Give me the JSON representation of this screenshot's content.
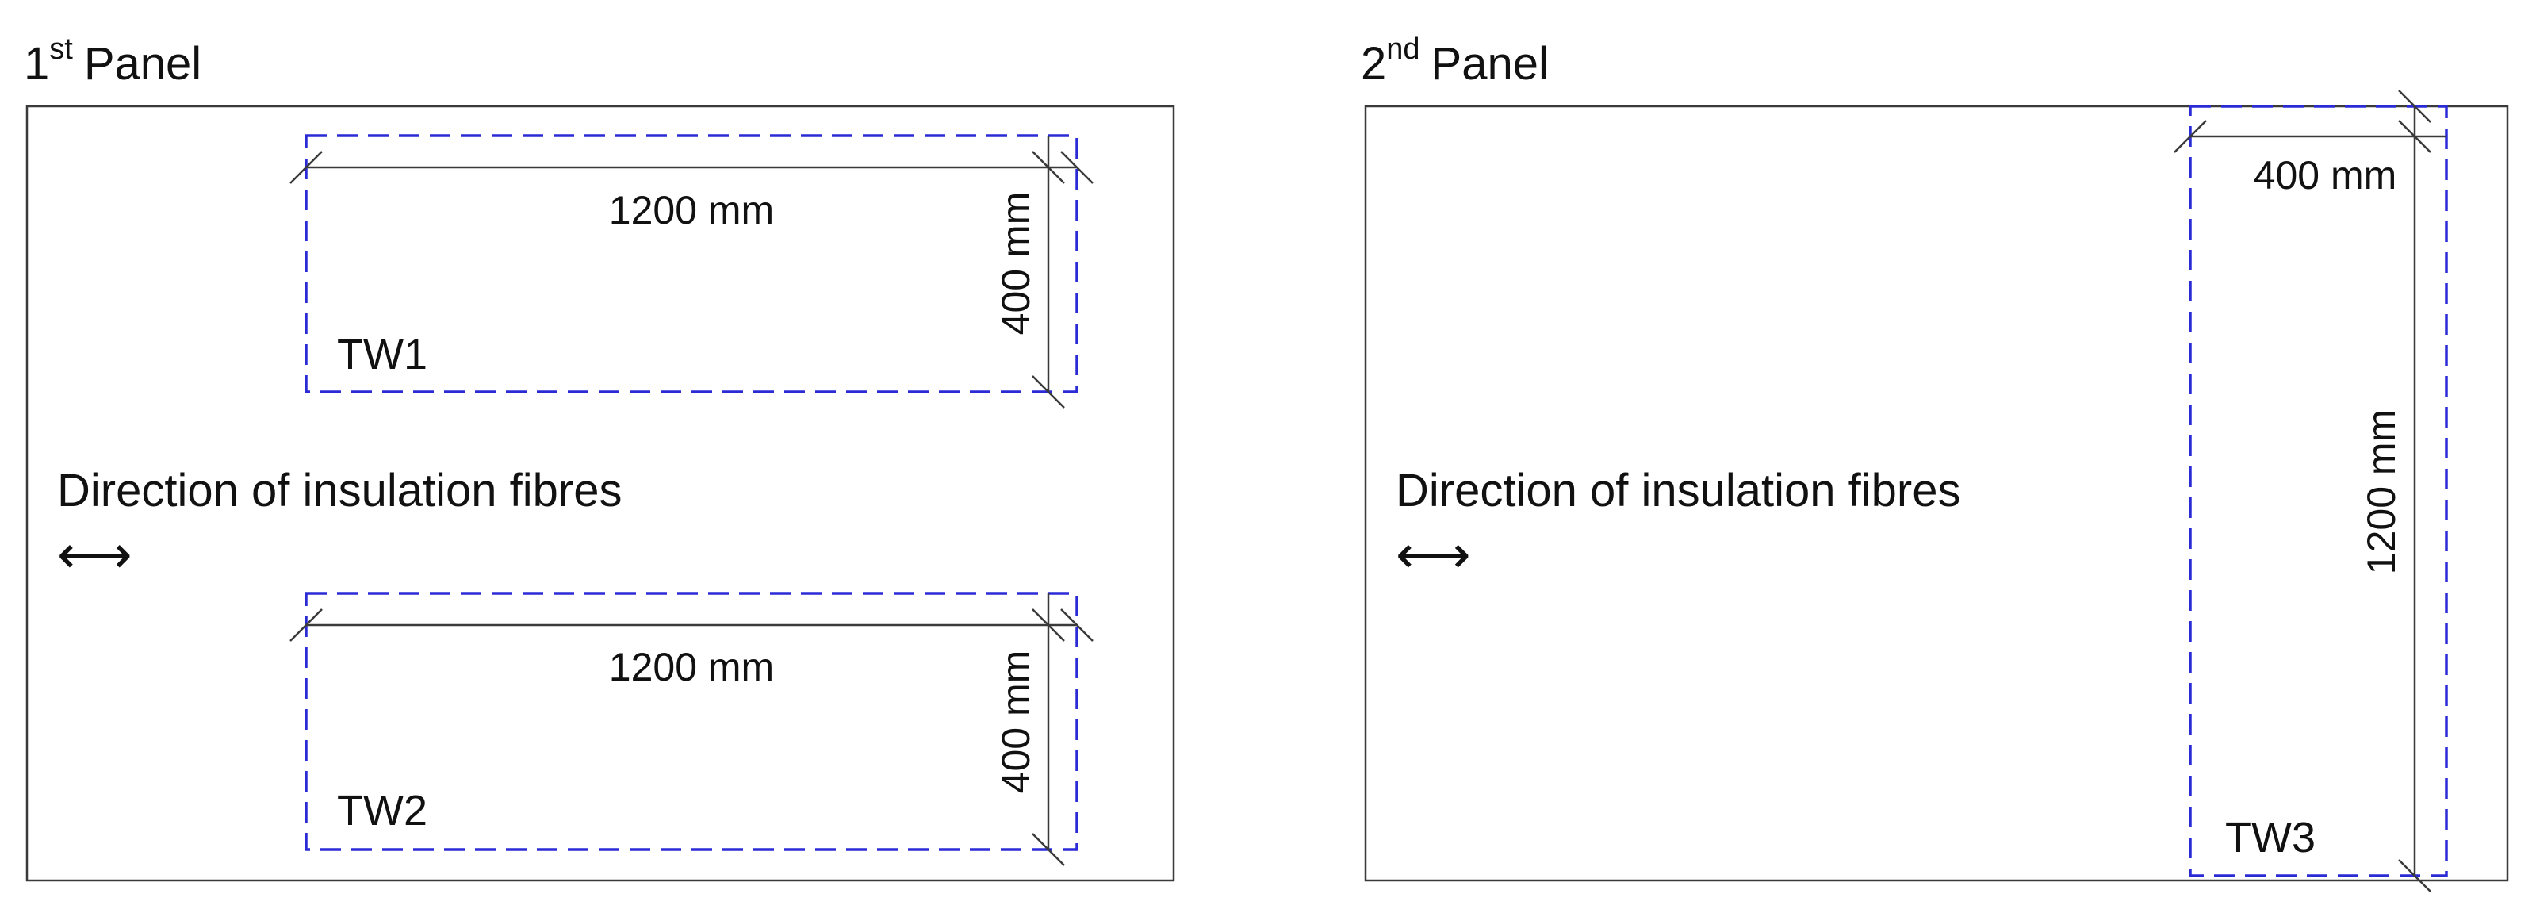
{
  "colors": {
    "specimen_outline": "#2b2bd6",
    "specimen_label": "#2b2bd6",
    "panel_outline": "#3a3a3a",
    "text": "#111111"
  },
  "panels": [
    {
      "title_number": "1",
      "title_suffix": "st",
      "title_word": "Panel",
      "direction_label": "Direction of insulation fibres",
      "direction_arrow": "⟷",
      "specimens": [
        {
          "label": "TW1",
          "length_label": "1200 mm",
          "width_label": "400 mm"
        },
        {
          "label": "TW2",
          "length_label": "1200 mm",
          "width_label": "400 mm"
        }
      ]
    },
    {
      "title_number": "2",
      "title_suffix": "nd",
      "title_word": "Panel",
      "direction_label": "Direction of insulation fibres",
      "direction_arrow": "⟷",
      "specimens": [
        {
          "label": "TW3",
          "length_label": "1200 mm",
          "width_label": "400 mm"
        }
      ]
    }
  ]
}
